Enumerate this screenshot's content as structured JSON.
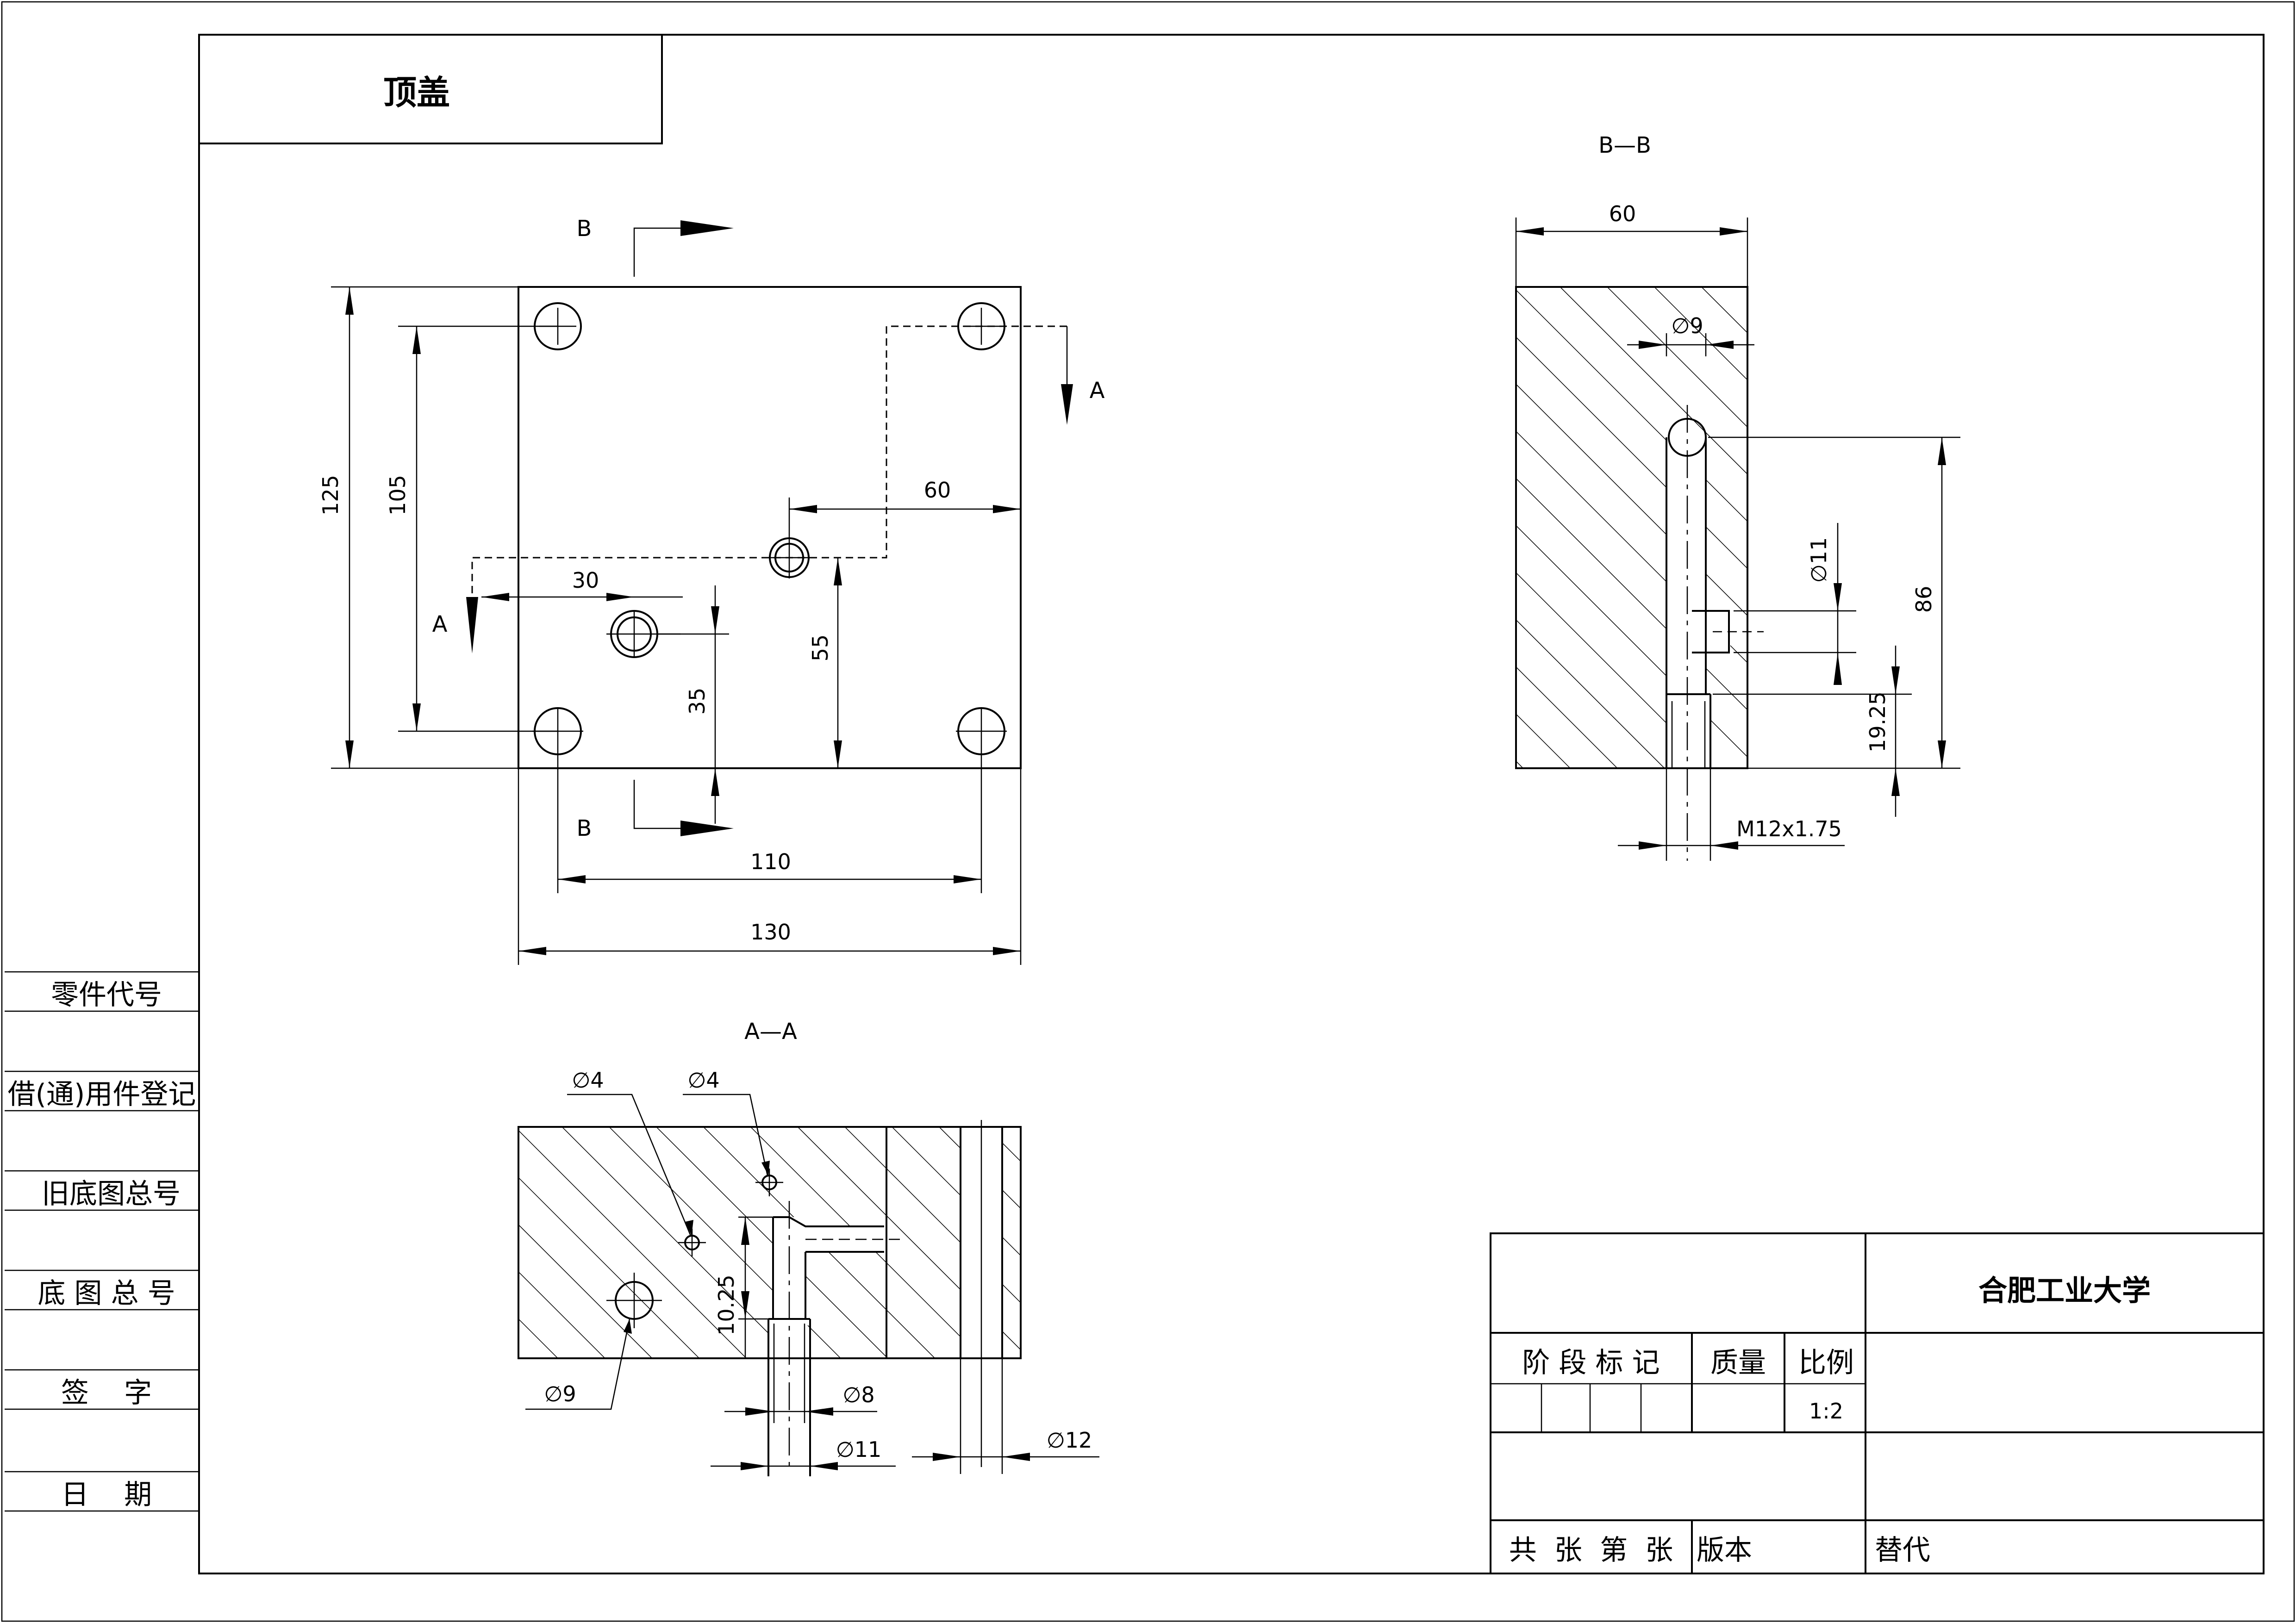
{
  "title_box": {
    "part_name": "顶盖"
  },
  "views": {
    "top": {
      "section_b_top": "B",
      "section_b_bottom": "B",
      "section_a_right": "A",
      "section_a_left": "A",
      "dims": {
        "overall_height": "125",
        "hole_pitch_v": "105",
        "offset_60": "60",
        "offset_30": "30",
        "height_55": "55",
        "height_35": "35",
        "hole_pitch_h": "110",
        "overall_width": "130"
      }
    },
    "section_bb": {
      "title": "B—B",
      "dims": {
        "width": "60",
        "dia_9": "∅9",
        "dia_11": "∅11",
        "height_86": "86",
        "height_1925": "19.25",
        "thread": "M12x1.75"
      }
    },
    "section_aa": {
      "title": "A—A",
      "dims": {
        "dia_4a": "∅4",
        "dia_4b": "∅4",
        "dia_9": "∅9",
        "depth_1025": "10.25",
        "dia_8": "∅8",
        "dia_11": "∅11",
        "dia_12": "∅12"
      }
    }
  },
  "side_panel": {
    "labels": [
      "零件代号",
      "借(通)用件登记",
      "旧底图总号",
      "底 图 总 号",
      "签    字",
      "日    期"
    ]
  },
  "title_block": {
    "school": "合肥工业大学",
    "stage_mark": "阶 段 标 记",
    "mass": "质量",
    "scale": "比例",
    "scale_value": "1:2",
    "sheets": "共  张  第  张",
    "version": "版本",
    "replace": "替代"
  }
}
